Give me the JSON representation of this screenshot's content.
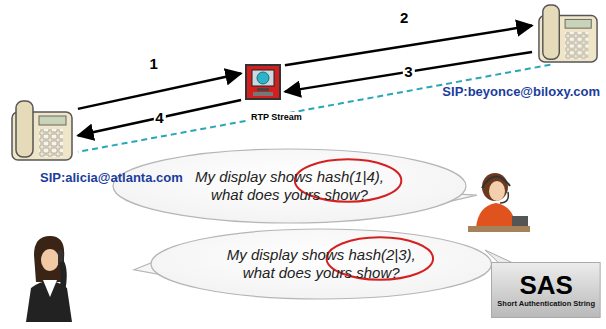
{
  "diagram": {
    "nodes": [
      {
        "text": [
          "SIP:alicia@atlanta.com"
        ]
      },
      {
        "text": []
      },
      {
        "text": [
          "SIP:beyonce@biloxy.com"
        ]
      },
      {
        "text": [
          "My display shows hash(1|4), what does yours show?"
        ]
      },
      {
        "text": [
          "My display shows hash(2|3), what does yours show?"
        ]
      },
      {
        "text": [
          "SAS",
          "Short Authentication String"
        ]
      }
    ],
    "edges": [
      {
        "from": 0,
        "to": 1,
        "label": "1",
        "arrow": "to"
      },
      {
        "from": 1,
        "to": 2,
        "label": "2",
        "arrow": "to"
      },
      {
        "from": 2,
        "to": 1,
        "label": "3",
        "arrow": "to"
      },
      {
        "from": 1,
        "to": 0,
        "label": "4",
        "arrow": "to"
      },
      {
        "from": 2,
        "to": 0,
        "label": "RTP Stream",
        "arrow": "none"
      }
    ]
  }
}
